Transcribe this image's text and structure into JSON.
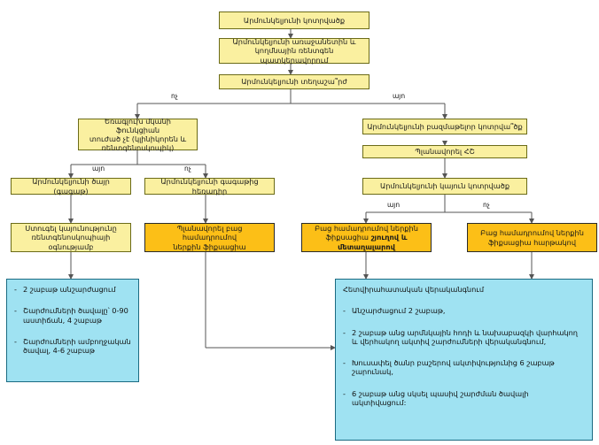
{
  "diagram": {
    "title": "Արմունկելյունի կոտրվածք",
    "nodes": {
      "n1": {
        "text": "Արմունկելյունի կոտրվածք"
      },
      "n2": {
        "line1": "Արմունկելյունի առաջանետին և",
        "line2": "կողմնային ռենտգեն պատկերավորում"
      },
      "n3": {
        "text": "Արմունկելյունի տեղաշա՞րժ"
      },
      "n4": {
        "line1": "Եռագլուխ մկանի ֆունկցիան",
        "line2": "տուժած չէ (կլինիկորեն և",
        "line3": "ռենտգենոսկոպիկ)"
      },
      "n5": {
        "text": "Արմունկելյունի բազմաթելոր կոտրվա՞ծք"
      },
      "n6": {
        "text": "Պլանավորել ՀՇ"
      },
      "n7": {
        "text": "Արմունկելյունի ծայր (գագաթ)"
      },
      "n8": {
        "text": "Արմունկելյունի գագաթից հեռադիր"
      },
      "n9": {
        "text": "Արմունկելյունի կայուն կոտրվածք"
      },
      "n10": {
        "line1": "Ստուգել կայունությունը",
        "line2": "ռենտգենոսկոպիայի օգնությամբ"
      },
      "n11": {
        "line1": "Պլանավորել բաց համադրումով",
        "line2": "ներքին ֆիքսացիա"
      },
      "n12": {
        "line1": "Բաց համադրումով ներքին",
        "line2a": "ֆիքսացիա ",
        "line2b": "շյուղով և մետաղալարով"
      },
      "n13": {
        "line1": "Բաց համադրումով ներքին",
        "line2": "ֆիքսացիա հարթակով"
      },
      "n14": {
        "items": [
          "2 շաբաթ անշարժացում",
          "Շարժումների ծավալը՝ 0-90 աստիճան, 4 շաբաթ",
          "Շարժումների ամբողջական ծավալ, 4-6 շաբաթ"
        ]
      },
      "n15": {
        "header": "Հետվիրահատական վերականգնում",
        "items": [
          "Անշարժացում 2 շաբաթ,",
          "2 շաբաթ անց արմնկային հոդի և նախաբազկի վարհակող և վերհակող ակտիվ շարժումների վերականգնում,",
          "Խուսափել ծանր բաշերով ակտիվությունից 6 շաբաթ շարունակ,",
          "6 շաբաթ անց սկսել պասիվ շարժման ծավալի ակտիվացում:"
        ]
      }
    },
    "edge_labels": {
      "e1_no": "ոչ",
      "e1_yes": "այո",
      "e2_yes": "այո",
      "e2_no": "ոչ",
      "e3_yes": "այո",
      "e3_no": "ոչ"
    },
    "colors": {
      "yellow_fill": "#faf0a0",
      "orange_fill": "#fcbf17",
      "blue_fill": "#9fe2f2",
      "line": "#555555"
    }
  }
}
